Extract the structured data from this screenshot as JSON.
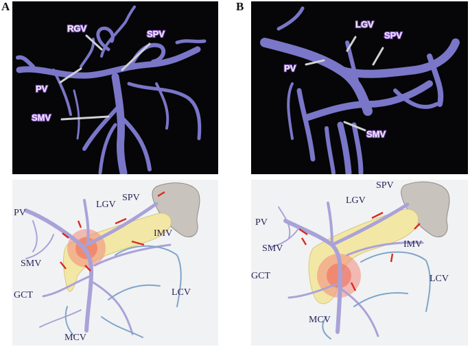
{
  "panels": [
    {
      "letter": "A",
      "render_labels": {
        "rgv": "RGV",
        "spv": "SPV",
        "pv": "PV",
        "smv": "SMV"
      },
      "illus_labels": {
        "pv": "PV",
        "lgv": "LGV",
        "spv": "SPV",
        "imv": "IMV",
        "smv": "SMV",
        "gct": "GCT",
        "lcv": "LCV",
        "mcv": "MCV"
      }
    },
    {
      "letter": "B",
      "render_labels": {
        "lgv": "LGV",
        "spv": "SPV",
        "pv": "PV",
        "smv": "SMV"
      },
      "illus_labels": {
        "spv": "SPV",
        "lgv": "LGV",
        "pv": "PV",
        "imv": "IMV",
        "smv": "SMV",
        "gct": "GCT",
        "lcv": "LCV",
        "mcv": "MCV"
      }
    }
  ],
  "colors": {
    "vessel_3d": "#7a76c8",
    "vessel_illus": "#a9a2d8",
    "pancreas": "#f3e7a6",
    "spleen": "#c9c3bd",
    "arrow": "#d92a1e",
    "tumor": "#f08a7a"
  }
}
